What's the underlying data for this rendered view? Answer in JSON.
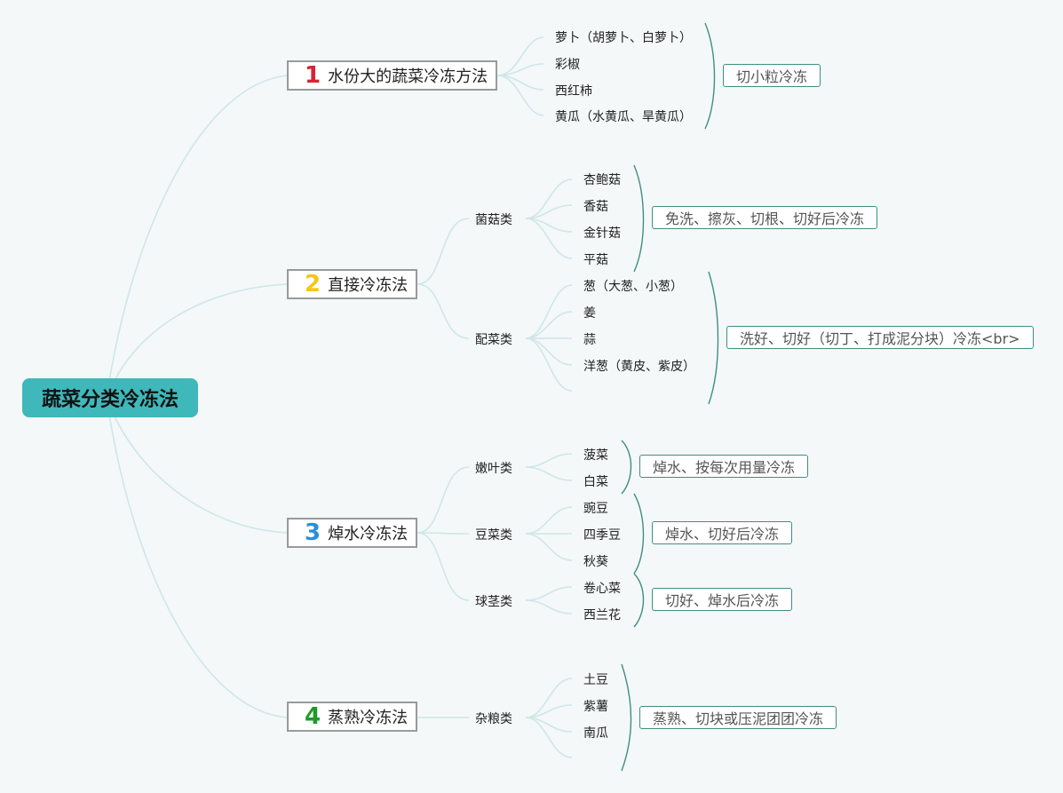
{
  "root": "蔬菜分类冷冻法",
  "colors": {
    "root_bg": "#3fb8bb",
    "branch_line": "#cfe6e8",
    "bracket": "#3f8f80",
    "num1": "#d62434",
    "num2": "#f5c518",
    "num3": "#2a8fd8",
    "num4": "#1f9a2a"
  },
  "methods": [
    {
      "num": "1",
      "label": "水份大的蔬菜冷冻方法"
    },
    {
      "num": "2",
      "label": "直接冷冻法"
    },
    {
      "num": "3",
      "label": "焯水冷冻法"
    },
    {
      "num": "4",
      "label": "蒸熟冷冻法"
    }
  ],
  "m1": {
    "items": [
      "萝卜（胡萝卜、白萝卜）",
      "彩椒",
      "西红柿",
      "黄瓜（水黄瓜、旱黄瓜）"
    ],
    "note": "切小粒冷冻"
  },
  "m2": {
    "mushroom": {
      "label": "菌菇类",
      "items": [
        "杏鲍菇",
        "香菇",
        "金针菇",
        "平菇"
      ],
      "note": "免洗、擦灰、切根、切好后冷冻"
    },
    "seasoning": {
      "label": "配菜类",
      "items": [
        "葱（大葱、小葱）",
        "姜",
        "蒜",
        "洋葱（黄皮、紫皮）"
      ],
      "note": "洗好、切好（切丁、打成泥分块）冷冻<br>"
    }
  },
  "m3": {
    "leafy": {
      "label": "嫩叶类",
      "items": [
        "菠菜",
        "白菜"
      ],
      "note": "焯水、按每次用量冷冻"
    },
    "bean": {
      "label": "豆菜类",
      "items": [
        "豌豆",
        "四季豆",
        "秋葵"
      ],
      "note": "焯水、切好后冷冻"
    },
    "stem": {
      "label": "球茎类",
      "items": [
        "卷心菜",
        "西兰花"
      ],
      "note": "切好、焯水后冷冻"
    }
  },
  "m4": {
    "grain": {
      "label": "杂粮类",
      "items": [
        "土豆",
        "紫薯",
        "南瓜"
      ],
      "note": "蒸熟、切块或压泥团团冷冻"
    }
  }
}
